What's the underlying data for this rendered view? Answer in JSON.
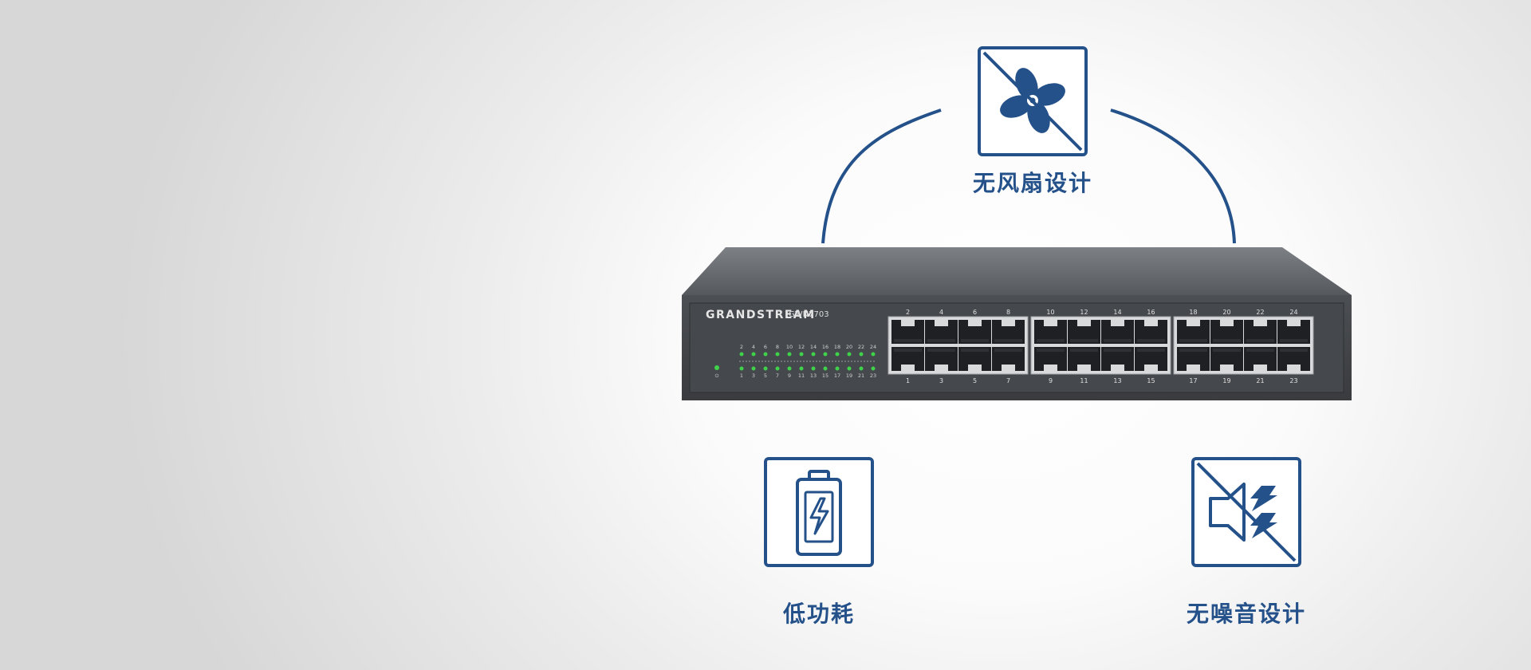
{
  "features": {
    "fanless": {
      "label": "无风扇设计",
      "icon": "no-fan-icon"
    },
    "low_power": {
      "label": "低功耗",
      "icon": "battery-bolt-icon"
    },
    "no_noise": {
      "label": "无噪音设计",
      "icon": "muted-speaker-icon"
    }
  },
  "switch": {
    "brand": "GRANDSTREAM",
    "model": "GWN7703",
    "top_port_numbers": [
      "2",
      "4",
      "6",
      "8",
      "10",
      "12",
      "14",
      "16",
      "18",
      "20",
      "22",
      "24"
    ],
    "bottom_port_numbers": [
      "1",
      "3",
      "5",
      "7",
      "9",
      "11",
      "13",
      "15",
      "17",
      "19",
      "21",
      "23"
    ]
  },
  "colors": {
    "accent": "#245189",
    "led": "#3fd24a"
  }
}
